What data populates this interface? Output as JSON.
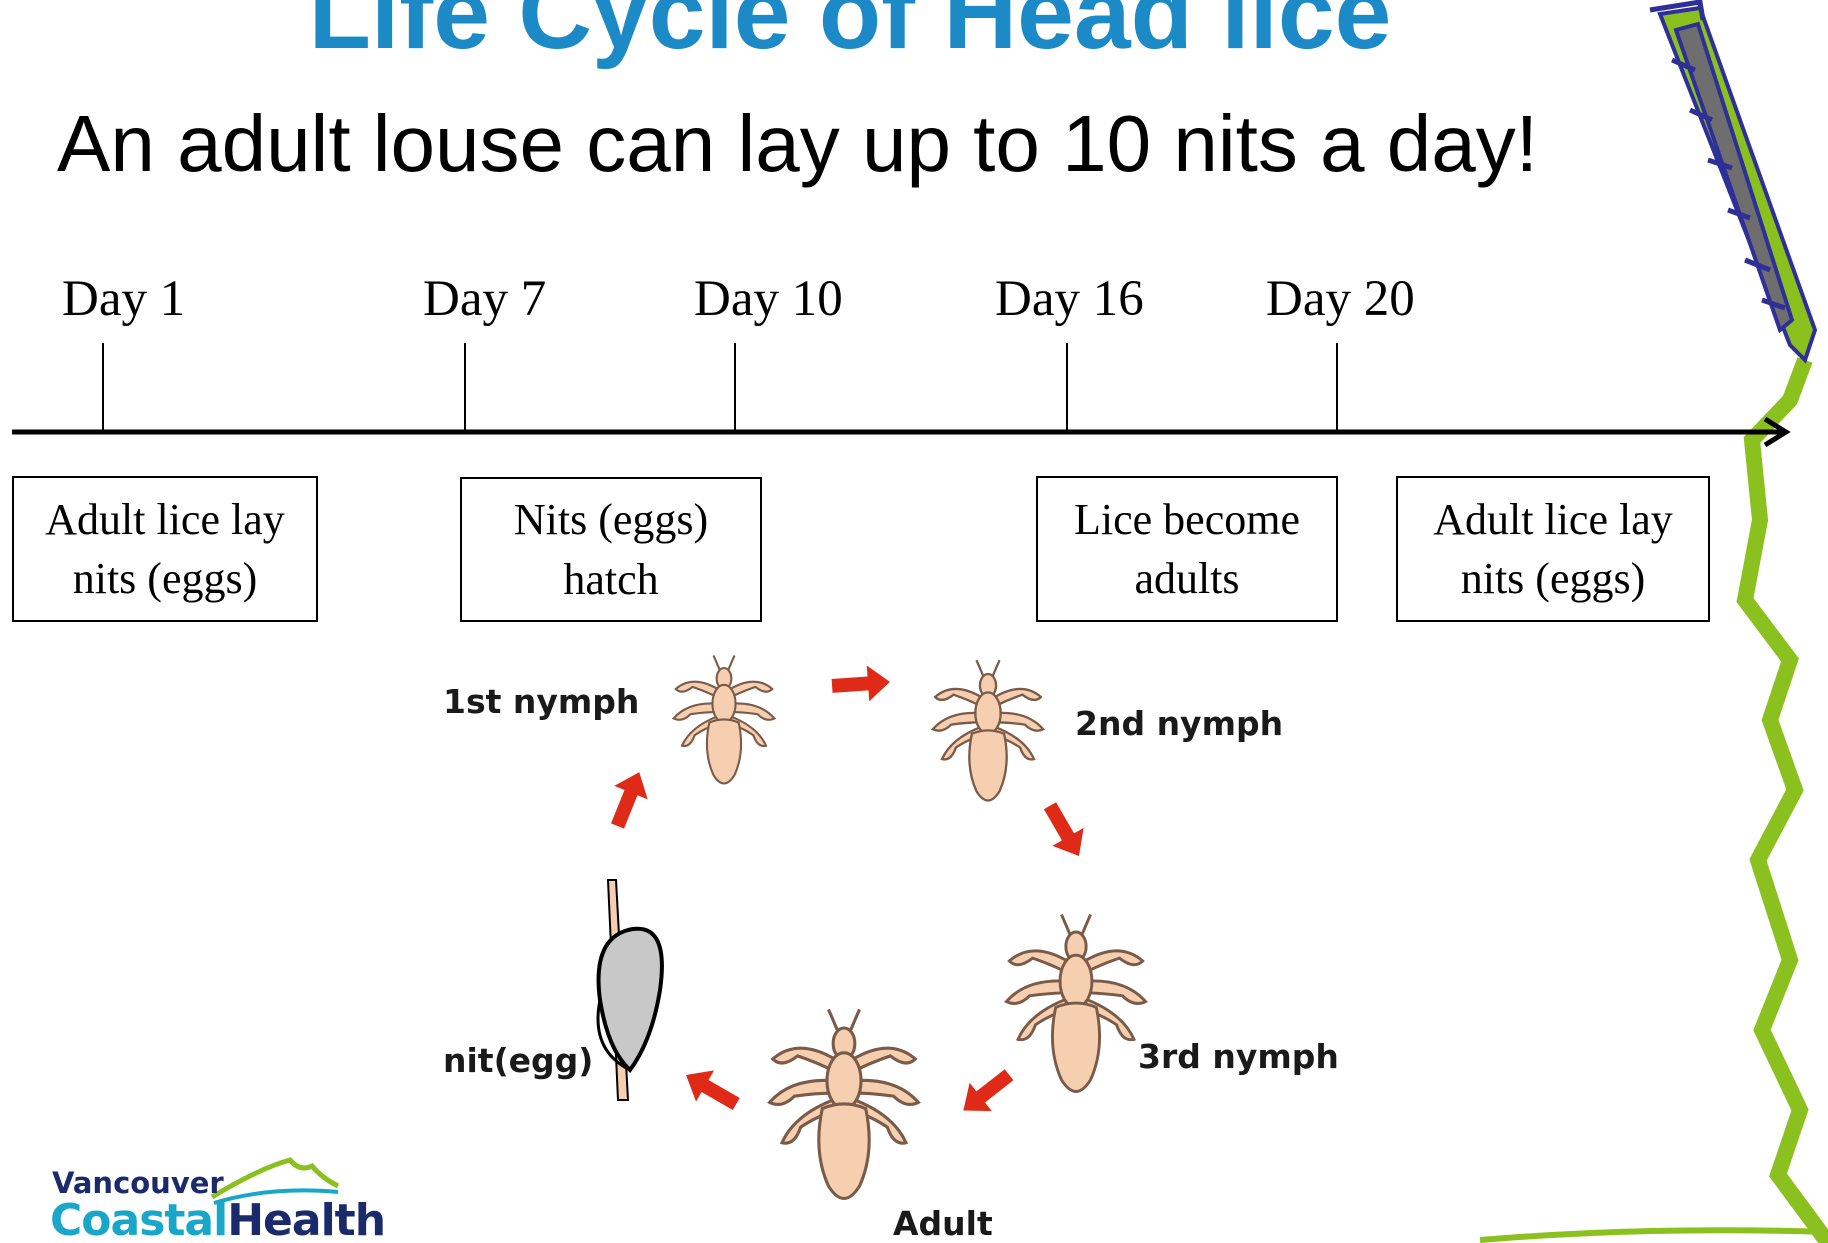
{
  "title": "Life Cycle of Head lice",
  "subtitle": "An adult louse can lay up to 10 nits a day!",
  "colors": {
    "title": "#1b8ac7",
    "arrow": "#e02a18",
    "louse": "#f6cfb0",
    "louse_outline": "#7a5a48",
    "nit": "#c8c8c8",
    "vine": "#8bc11f",
    "pen": "#2f2f9a",
    "logo_navy": "#1b2a6b",
    "logo_teal": "#19a7c9"
  },
  "timeline": {
    "days": [
      "Day 1",
      "Day 7",
      "Day 10",
      "Day 16",
      "Day 20"
    ],
    "events": [
      {
        "line1": "Adult lice lay",
        "line2": "nits (eggs)"
      },
      {
        "line1": "Nits (eggs)",
        "line2": "hatch"
      },
      {
        "line1": "Lice become",
        "line2": "adults"
      },
      {
        "line1": "Adult lice lay",
        "line2": "nits (eggs)"
      }
    ]
  },
  "cycle": {
    "labels": [
      "1st nymph",
      "2nd nymph",
      "3rd nymph",
      "Adult",
      "nit(egg)"
    ]
  },
  "logo": {
    "line1": "Vancouver",
    "line2a": "Coastal",
    "line2b": "Health"
  },
  "icons": [
    "louse-icon",
    "nit-icon",
    "cycle-arrow-icon",
    "pen-icon",
    "vine-border",
    "mountain-logo-icon"
  ]
}
